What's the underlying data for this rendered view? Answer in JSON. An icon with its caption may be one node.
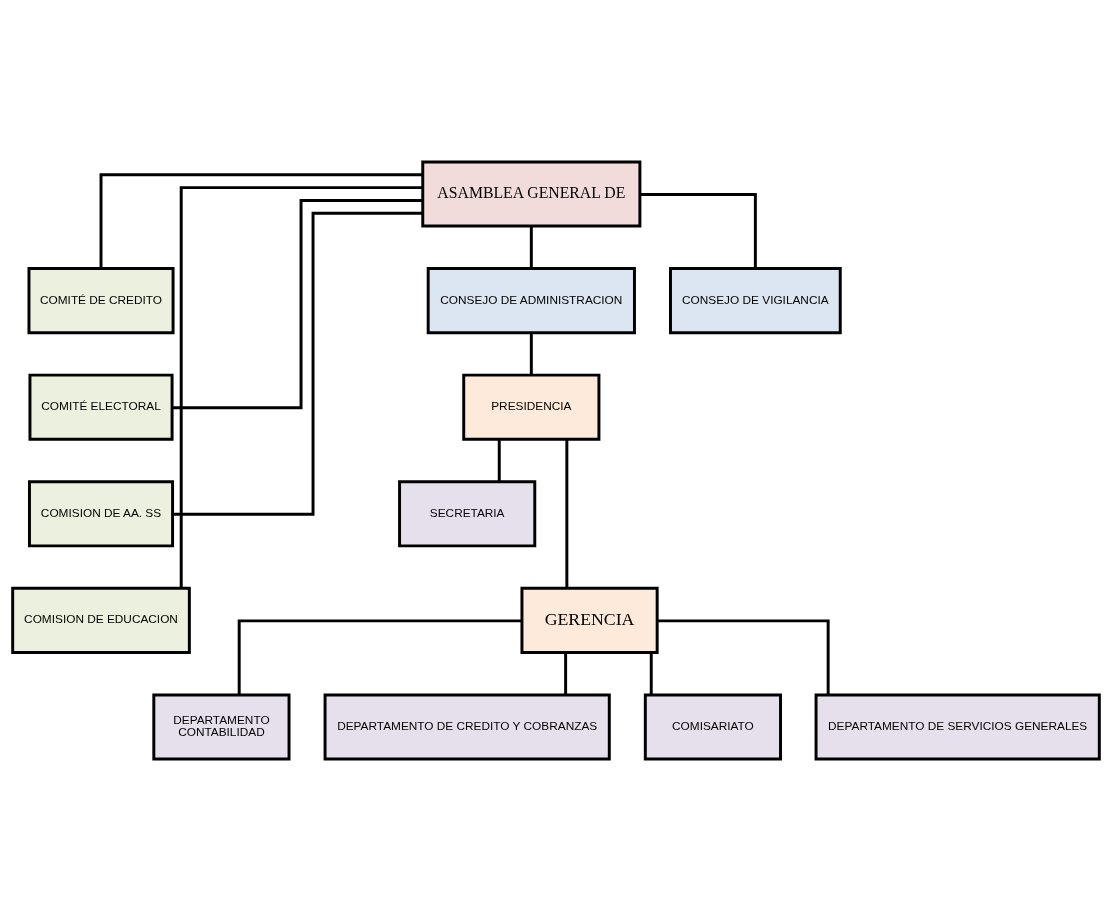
{
  "diagram": {
    "nodes": [
      {
        "text": [
          "ASAMBLEA GENERAL DE"
        ]
      },
      {
        "text": [
          "COMITÉ DE CREDITO"
        ]
      },
      {
        "text": [
          "COMITÉ ELECTORAL"
        ]
      },
      {
        "text": [
          "COMISION DE AA. SS"
        ]
      },
      {
        "text": [
          "COMISION DE EDUCACION"
        ]
      },
      {
        "text": [
          "CONSEJO DE ADMINISTRACION"
        ]
      },
      {
        "text": [
          "CONSEJO DE VIGILANCIA"
        ]
      },
      {
        "text": [
          "PRESIDENCIA"
        ]
      },
      {
        "text": [
          "SECRETARIA"
        ]
      },
      {
        "text": [
          "GERENCIA"
        ]
      },
      {
        "text": [
          "DEPARTAMENTO",
          "CONTABILIDAD"
        ]
      },
      {
        "text": [
          "DEPARTAMENTO DE CREDITO Y COBRANZAS"
        ]
      },
      {
        "text": [
          "COMISARIATO"
        ]
      },
      {
        "text": [
          "DEPARTAMENTO DE SERVICIOS GENERALES"
        ]
      }
    ],
    "edges": [
      {
        "from": 0,
        "to": 1,
        "arrow": "none"
      },
      {
        "from": 0,
        "to": 2,
        "arrow": "none"
      },
      {
        "from": 0,
        "to": 3,
        "arrow": "none"
      },
      {
        "from": 0,
        "to": 4,
        "arrow": "none"
      },
      {
        "from": 0,
        "to": 5,
        "arrow": "none"
      },
      {
        "from": 0,
        "to": 6,
        "arrow": "none"
      },
      {
        "from": 5,
        "to": 7,
        "arrow": "none"
      },
      {
        "from": 7,
        "to": 8,
        "arrow": "none"
      },
      {
        "from": 7,
        "to": 9,
        "arrow": "none"
      },
      {
        "from": 9,
        "to": 10,
        "arrow": "none"
      },
      {
        "from": 9,
        "to": 11,
        "arrow": "none"
      },
      {
        "from": 9,
        "to": 12,
        "arrow": "none"
      },
      {
        "from": 9,
        "to": 13,
        "arrow": "none"
      }
    ]
  }
}
